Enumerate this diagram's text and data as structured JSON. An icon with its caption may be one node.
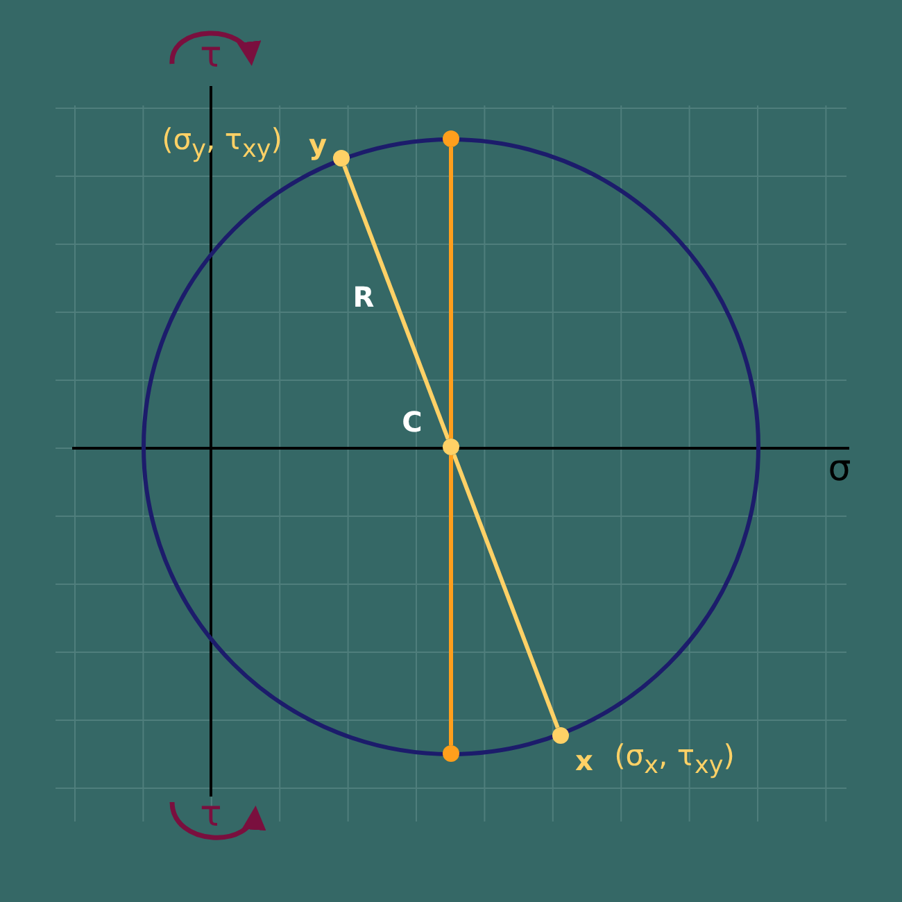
{
  "diagram": {
    "nodes": [
      {
        "text": [],
        "shape": "circle"
      },
      {
        "text": [],
        "shape": "circle",
        "beside": [
          "(σ$_{y}$, τ$_{xy}$)",
          "y"
        ]
      },
      {
        "text": [],
        "shape": "circle",
        "beside": [
          "C"
        ]
      },
      {
        "text": [],
        "shape": "circle",
        "beside": [
          "x",
          "(σ$_{x}$, τ$_{xy}$)"
        ]
      },
      {
        "text": [],
        "shape": "circle"
      }
    ],
    "edges": [
      {
        "from": 1,
        "to": 2,
        "arrow": "none",
        "label": "R"
      },
      {
        "from": 2,
        "to": 3,
        "arrow": "none"
      },
      {
        "from": 0,
        "to": 2,
        "arrow": "none",
        "color": "#ff9f1c"
      },
      {
        "from": 2,
        "to": 4,
        "arrow": "none",
        "color": "#ff9f1c"
      }
    ],
    "labels": [
      "τ",
      "σ",
      "τ"
    ]
  }
}
